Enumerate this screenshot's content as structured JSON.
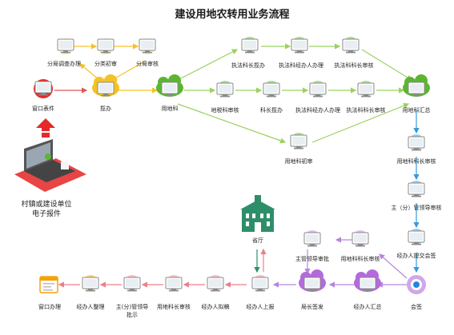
{
  "title": "建设用地农转用业务流程",
  "labels": {
    "fenjv_diaocha": "分局调查办理",
    "fenlei_chushen": "分类初审",
    "fenjv_shenhe": "分局审核",
    "chuangkou_biaojian": "窗口表件",
    "lanban": "揽办",
    "yongdike": "用地科",
    "zhifa_kezhang_lanban": "执法科长揽办",
    "zhifa_jbr_banli": "执法科经办人办理",
    "zhifa_kezhang_shenhe_top": "执法科科长审核",
    "dikuang_shenhe": "地税科审核",
    "kezhang_lanban": "科长揽办",
    "zhifa_jbr_banli2": "执法科经办人办理",
    "zhifa_kezhang_shenhe2": "执法科科长审核",
    "yongdike_huizong": "用地科汇总",
    "yongdike_chushen": "用地科初审",
    "yongdike_kezhang_shenhe": "用地科科长审核",
    "zhuguan_lingdao": "主（分）管领导审核",
    "jbr_tijiao_huiqian": "经办人提交会签",
    "shengting": "省厅",
    "zhuguan_lingdao_shenpi": "主管领导审批",
    "yongdike_kezhang_shenhe2": "用地科科长审核",
    "huiqian": "会签",
    "jbr_huizong": "经办人汇总",
    "juzhang_qianfa": "局长签发",
    "jbr_shangbao": "经办人上报",
    "jbr_niji": "经办人拟稿",
    "yongdike_kezhang_shenhe3": "用地科长审核",
    "zhu_lingdao_pishi": "主(分)管领导",
    "pishi": "批示",
    "jbr_zhengli": "经办人整理",
    "chuangkou_banli": "窗口办理",
    "cunzhen_line1": "村镇或建设单位",
    "cunzhen_line2": "电子报件"
  },
  "colors": {
    "green": "#5cb531",
    "orange": "#f5a20b",
    "yellow": "#f3c326",
    "purple": "#b36bdc",
    "blue": "#2189d6",
    "red": "#e32b2b",
    "pink": "#ec7e8c",
    "teal": "#2f8e6a",
    "arrow_green": "#9bd25e",
    "arrow_purple": "#b785e0",
    "arrow_blue": "#3a9ad9",
    "arrow_red": "#e65454"
  }
}
